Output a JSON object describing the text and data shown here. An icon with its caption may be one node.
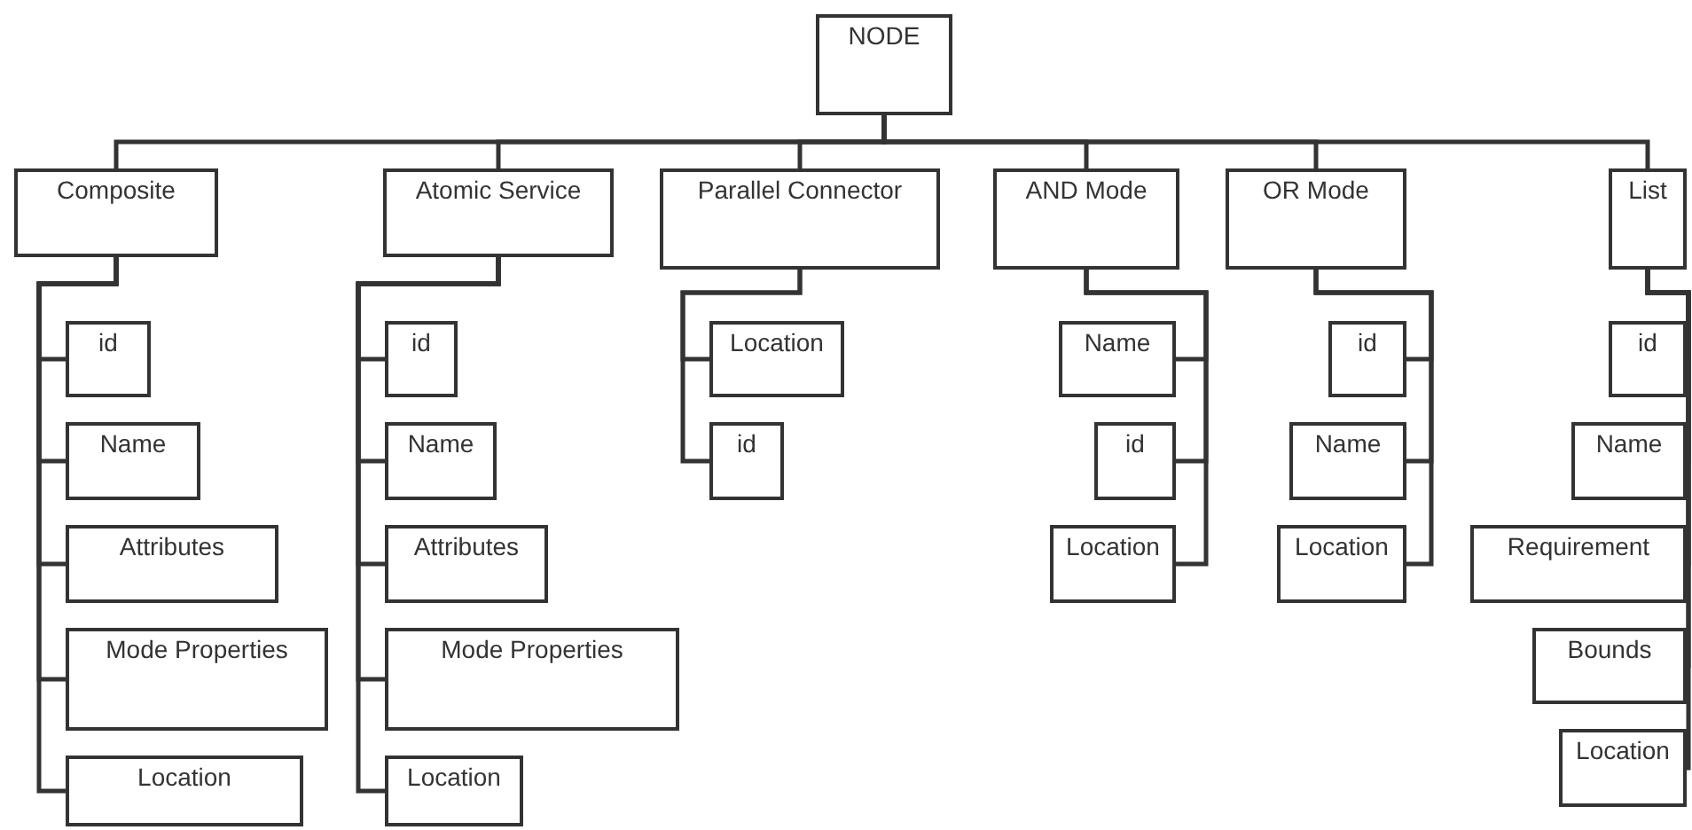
{
  "diagram": {
    "nodes": [
      {
        "text": [
          "NODE"
        ]
      },
      {
        "text": [
          "Composite"
        ]
      },
      {
        "text": [
          "Atomic Service"
        ]
      },
      {
        "text": [
          "Parallel Connector"
        ]
      },
      {
        "text": [
          "AND Mode"
        ]
      },
      {
        "text": [
          "OR Mode"
        ]
      },
      {
        "text": [
          "List"
        ]
      },
      {
        "text": [
          "id"
        ]
      },
      {
        "text": [
          "Name"
        ]
      },
      {
        "text": [
          "Attributes"
        ]
      },
      {
        "text": [
          "Mode Properties"
        ]
      },
      {
        "text": [
          "Location"
        ]
      },
      {
        "text": [
          "id"
        ]
      },
      {
        "text": [
          "Name"
        ]
      },
      {
        "text": [
          "Attributes"
        ]
      },
      {
        "text": [
          "Mode Properties"
        ]
      },
      {
        "text": [
          "Location"
        ]
      },
      {
        "text": [
          "Location"
        ]
      },
      {
        "text": [
          "id"
        ]
      },
      {
        "text": [
          "Name"
        ]
      },
      {
        "text": [
          "id"
        ]
      },
      {
        "text": [
          "Location"
        ]
      },
      {
        "text": [
          "id"
        ]
      },
      {
        "text": [
          "Name"
        ]
      },
      {
        "text": [
          "Location"
        ]
      },
      {
        "text": [
          "id"
        ]
      },
      {
        "text": [
          "Name"
        ]
      },
      {
        "text": [
          "Requirement"
        ]
      },
      {
        "text": [
          "Bounds"
        ]
      },
      {
        "text": [
          "Location"
        ]
      }
    ],
    "edges": [
      {
        "from": 0,
        "to": 1,
        "arrow": "none"
      },
      {
        "from": 0,
        "to": 2,
        "arrow": "none"
      },
      {
        "from": 0,
        "to": 3,
        "arrow": "none"
      },
      {
        "from": 0,
        "to": 4,
        "arrow": "none"
      },
      {
        "from": 0,
        "to": 5,
        "arrow": "none"
      },
      {
        "from": 0,
        "to": 6,
        "arrow": "none"
      },
      {
        "from": 1,
        "to": 7,
        "arrow": "none"
      },
      {
        "from": 1,
        "to": 8,
        "arrow": "none"
      },
      {
        "from": 1,
        "to": 9,
        "arrow": "none"
      },
      {
        "from": 1,
        "to": 10,
        "arrow": "none"
      },
      {
        "from": 1,
        "to": 11,
        "arrow": "none"
      },
      {
        "from": 2,
        "to": 12,
        "arrow": "none"
      },
      {
        "from": 2,
        "to": 13,
        "arrow": "none"
      },
      {
        "from": 2,
        "to": 14,
        "arrow": "none"
      },
      {
        "from": 2,
        "to": 15,
        "arrow": "none"
      },
      {
        "from": 2,
        "to": 16,
        "arrow": "none"
      },
      {
        "from": 3,
        "to": 17,
        "arrow": "none"
      },
      {
        "from": 3,
        "to": 18,
        "arrow": "none"
      },
      {
        "from": 4,
        "to": 19,
        "arrow": "none"
      },
      {
        "from": 4,
        "to": 20,
        "arrow": "none"
      },
      {
        "from": 4,
        "to": 21,
        "arrow": "none"
      },
      {
        "from": 5,
        "to": 22,
        "arrow": "none"
      },
      {
        "from": 5,
        "to": 23,
        "arrow": "none"
      },
      {
        "from": 5,
        "to": 24,
        "arrow": "none"
      },
      {
        "from": 6,
        "to": 25,
        "arrow": "none"
      },
      {
        "from": 6,
        "to": 26,
        "arrow": "none"
      },
      {
        "from": 6,
        "to": 27,
        "arrow": "none"
      },
      {
        "from": 6,
        "to": 28,
        "arrow": "none"
      },
      {
        "from": 6,
        "to": 29,
        "arrow": "none"
      }
    ]
  }
}
